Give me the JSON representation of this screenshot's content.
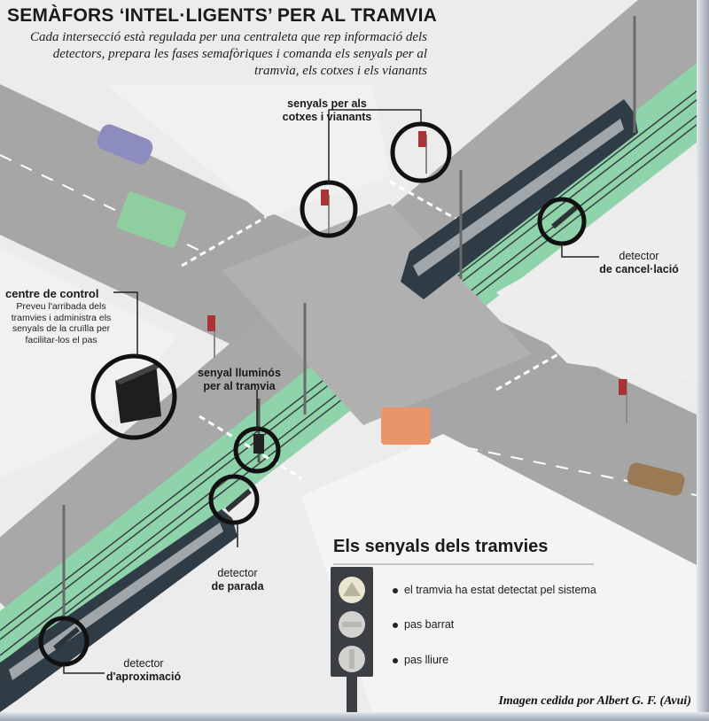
{
  "title": "SEMÀFORS ‘INTEL·LIGENTS’ PER AL TRAMVIA",
  "subtitle": "Cada intersecció està regulada per una centraleta que rep informació dels detectors, prepara les fases semafòriques i comanda els senyals per al tramvia, els cotxes i els vianants",
  "labels": {
    "car_signals": [
      "senyals per als",
      "cotxes i vianants"
    ],
    "cancel_detector": [
      "detector",
      "de cancel·lació"
    ],
    "control_center_title": "centre de control",
    "control_center_desc": "Preveu l'arribada dels tramvies i administra els senyals de la cruïlla per facilitar-los el pas",
    "tram_light": [
      "senyal lluminós",
      "per al tramvia"
    ],
    "stop_detector": [
      "detector",
      "de parada"
    ],
    "approach_detector": [
      "detector",
      "d'aproximació"
    ]
  },
  "legend": {
    "title": "Els senyals dels tramvies",
    "items": [
      {
        "text": "el tramvia ha estat detectat pel sistema",
        "icon": "triangle-icon"
      },
      {
        "text": "pas barrat",
        "icon": "horizontal-bar-icon"
      },
      {
        "text": "pas lliure",
        "icon": "vertical-bar-icon"
      }
    ]
  },
  "credit": "Imagen cedida por Albert G. F. (Avui)",
  "colors": {
    "road": "#a6a6a6",
    "pavement": "#f1f1f1",
    "tram_lane": "#8ed3aa",
    "tram_body": "#2f3b45",
    "highlight_circle": "#111111",
    "car_purple": "#8d8cbe",
    "truck_green": "#8fcf9f",
    "van_orange": "#e8956a",
    "car_brown": "#9a7a55"
  }
}
